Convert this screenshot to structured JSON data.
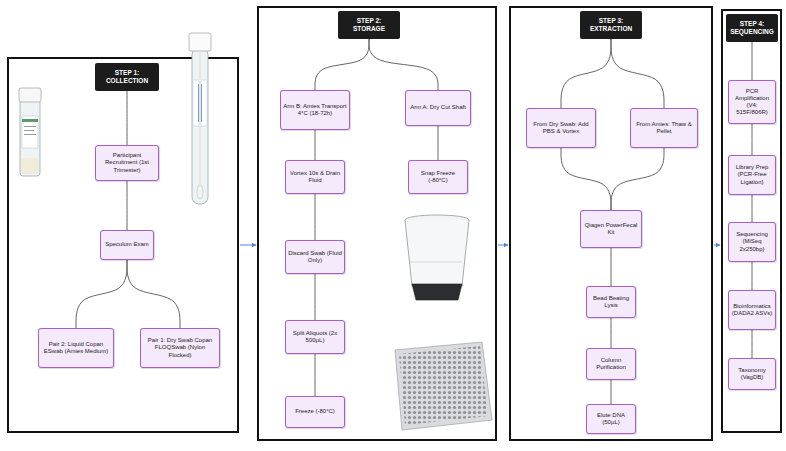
{
  "diagram": {
    "nodes": [
      {
        "text": [
          "STEP 1: COLLECTION"
        ]
      },
      {
        "text": [
          "Participant Recruitment (1st Trimester)"
        ]
      },
      {
        "text": [
          "Speculum Exam"
        ]
      },
      {
        "text": [
          "Pair 2: Liquid Copan ESwab (Amies Medium)"
        ]
      },
      {
        "text": [
          "Pair 1: Dry Swab Copan FLOQSwab (Nylon Flocked)"
        ]
      },
      {
        "text": [
          "STEP 2: STORAGE"
        ]
      },
      {
        "text": [
          "Arm B: Amies Transport 4°C (18-72h)"
        ]
      },
      {
        "text": [
          "Arm A: Dry Cut Shaft"
        ]
      },
      {
        "text": [
          "Vortex 10s & Drain Fluid"
        ]
      },
      {
        "text": [
          "Snap Freeze (-80°C)"
        ]
      },
      {
        "text": [
          "Discard Swab (Fluid Only)"
        ]
      },
      {
        "text": [
          "Split Aliquots (2x 500µL)"
        ]
      },
      {
        "text": [
          "Freeze (-80°C)"
        ]
      },
      {
        "text": [
          "STEP 3: EXTRACTION"
        ]
      },
      {
        "text": [
          "From Dry Swab: Add PBS & Vortex"
        ]
      },
      {
        "text": [
          "From Amies: Thaw & Pellet"
        ]
      },
      {
        "text": [
          "Qiagen PowerFecal Kit"
        ]
      },
      {
        "text": [
          "Bead Beating Lysis"
        ]
      },
      {
        "text": [
          "Column Purification"
        ]
      },
      {
        "text": [
          "Elute DNA (50µL)"
        ]
      },
      {
        "text": [
          "STEP 4: SEQUENCING"
        ]
      },
      {
        "text": [
          "PCR Amplification (V4: 515F/806R)"
        ]
      },
      {
        "text": [
          "Library Prep (PCR-Free Ligation)"
        ]
      },
      {
        "text": [
          "Sequencing (MiSeq 2x250bp)"
        ]
      },
      {
        "text": [
          "Bioinformatics (DADA2 ASVs)"
        ]
      },
      {
        "text": [
          "Taxonomy (VagDB)"
        ]
      }
    ],
    "edges": [
      {
        "from": 0,
        "to": 1,
        "arrow": "none"
      },
      {
        "from": 1,
        "to": 2,
        "arrow": "none"
      },
      {
        "from": 2,
        "to": 3,
        "arrow": "none"
      },
      {
        "from": 2,
        "to": 4,
        "arrow": "none"
      },
      {
        "from": 5,
        "to": 6,
        "arrow": "none"
      },
      {
        "from": 5,
        "to": 7,
        "arrow": "none"
      },
      {
        "from": 6,
        "to": 8,
        "arrow": "none"
      },
      {
        "from": 7,
        "to": 9,
        "arrow": "none"
      },
      {
        "from": 8,
        "to": 10,
        "arrow": "none"
      },
      {
        "from": 10,
        "to": 11,
        "arrow": "none"
      },
      {
        "from": 11,
        "to": 12,
        "arrow": "none"
      },
      {
        "from": 13,
        "to": 14,
        "arrow": "none"
      },
      {
        "from": 13,
        "to": 15,
        "arrow": "none"
      },
      {
        "from": 14,
        "to": 16,
        "arrow": "none"
      },
      {
        "from": 15,
        "to": 16,
        "arrow": "none"
      },
      {
        "from": 16,
        "to": 17,
        "arrow": "none"
      },
      {
        "from": 17,
        "to": 18,
        "arrow": "none"
      },
      {
        "from": 18,
        "to": 19,
        "arrow": "none"
      },
      {
        "from": 20,
        "to": 21,
        "arrow": "none"
      },
      {
        "from": 21,
        "to": 22,
        "arrow": "none"
      },
      {
        "from": 22,
        "to": 23,
        "arrow": "none"
      },
      {
        "from": 23,
        "to": 24,
        "arrow": "none"
      },
      {
        "from": 24,
        "to": 25,
        "arrow": "none"
      }
    ]
  }
}
